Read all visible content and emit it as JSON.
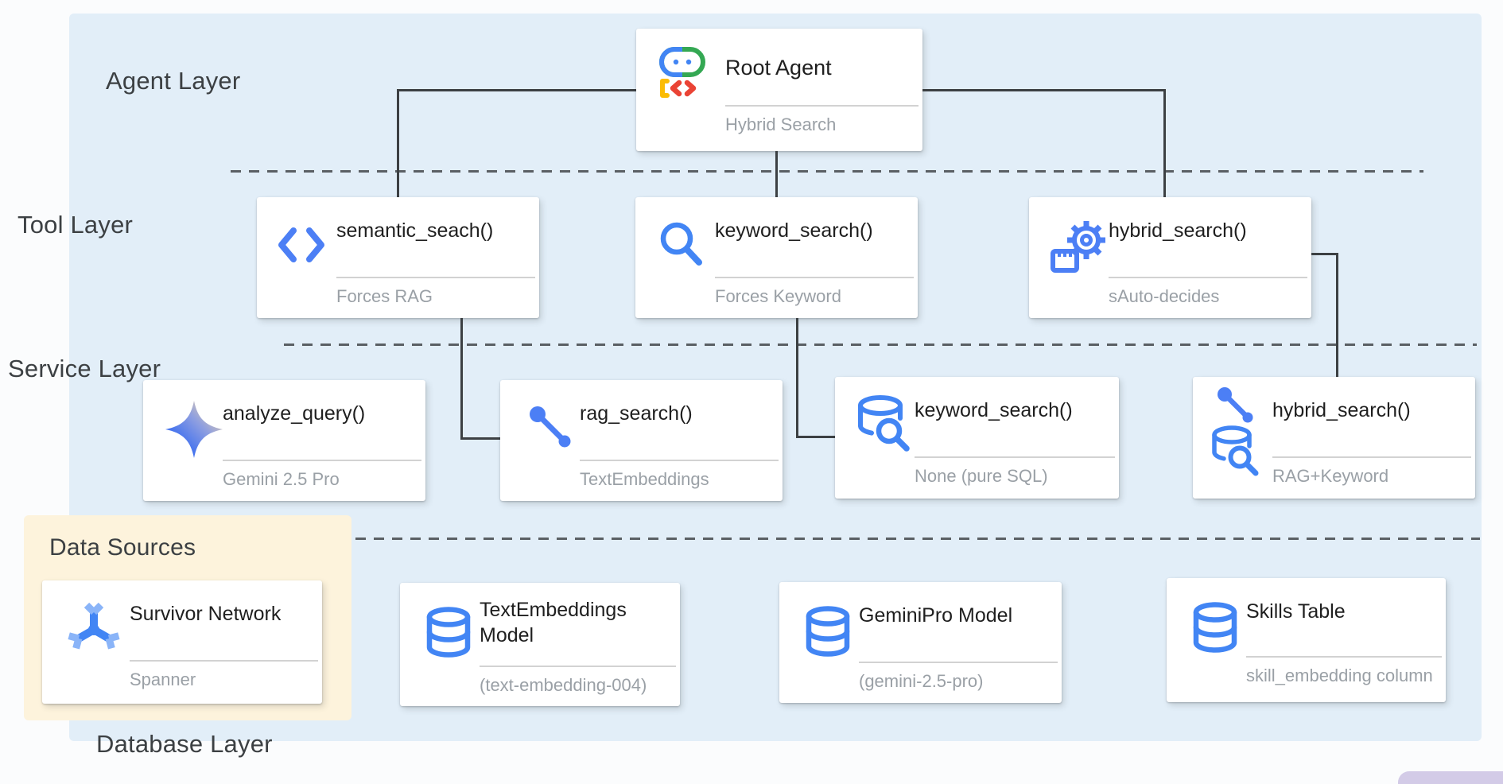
{
  "labels": {
    "agent_layer": "Agent Layer",
    "tool_layer": "Tool Layer",
    "service_layer": "Service Layer",
    "data_sources": "Data Sources",
    "database_layer": "Database Layer"
  },
  "agent": {
    "root": {
      "title": "Root Agent",
      "subtitle": "Hybrid Search",
      "icon": "adk-robot-icon"
    }
  },
  "tools": [
    {
      "title": "semantic_seach()",
      "subtitle": "Forces RAG",
      "icon": "code-icon"
    },
    {
      "title": "keyword_search()",
      "subtitle": "Forces Keyword",
      "icon": "search-icon"
    },
    {
      "title": "hybrid_search()",
      "subtitle": "sAuto-decides",
      "icon": "gear-icon"
    }
  ],
  "services": [
    {
      "title": "analyze_query()",
      "subtitle": "Gemini 2.5 Pro",
      "icon": "gemini-star-icon"
    },
    {
      "title": "rag_search()",
      "subtitle": "TextEmbeddings",
      "icon": "slope-icon"
    },
    {
      "title": "keyword_search()",
      "subtitle": "None (pure SQL)",
      "icon": "database-search-icon"
    },
    {
      "title": "hybrid_search()",
      "subtitle": "RAG+Keyword",
      "icon": "slope-icon + database-search-icon"
    }
  ],
  "data_sources": [
    {
      "title": "Survivor Network",
      "subtitle": "Spanner",
      "icon": "spanner-icon"
    }
  ],
  "databases": [
    {
      "title": "TextEmbeddings Model",
      "subtitle": "(text-embedding-004)",
      "icon": "database-icon"
    },
    {
      "title": "GeminiPro Model",
      "subtitle": "(gemini-2.5-pro)",
      "icon": "database-icon"
    },
    {
      "title": "Skills Table",
      "subtitle": "skill_embedding column",
      "icon": "database-icon"
    }
  ],
  "colors": {
    "panel_blue": "#e2eef8",
    "panel_yellow": "#fdf3dc",
    "icon_blue": "#4285f4",
    "connector_gray": "#3c4043",
    "subtitle_gray": "#9aa0a6"
  }
}
